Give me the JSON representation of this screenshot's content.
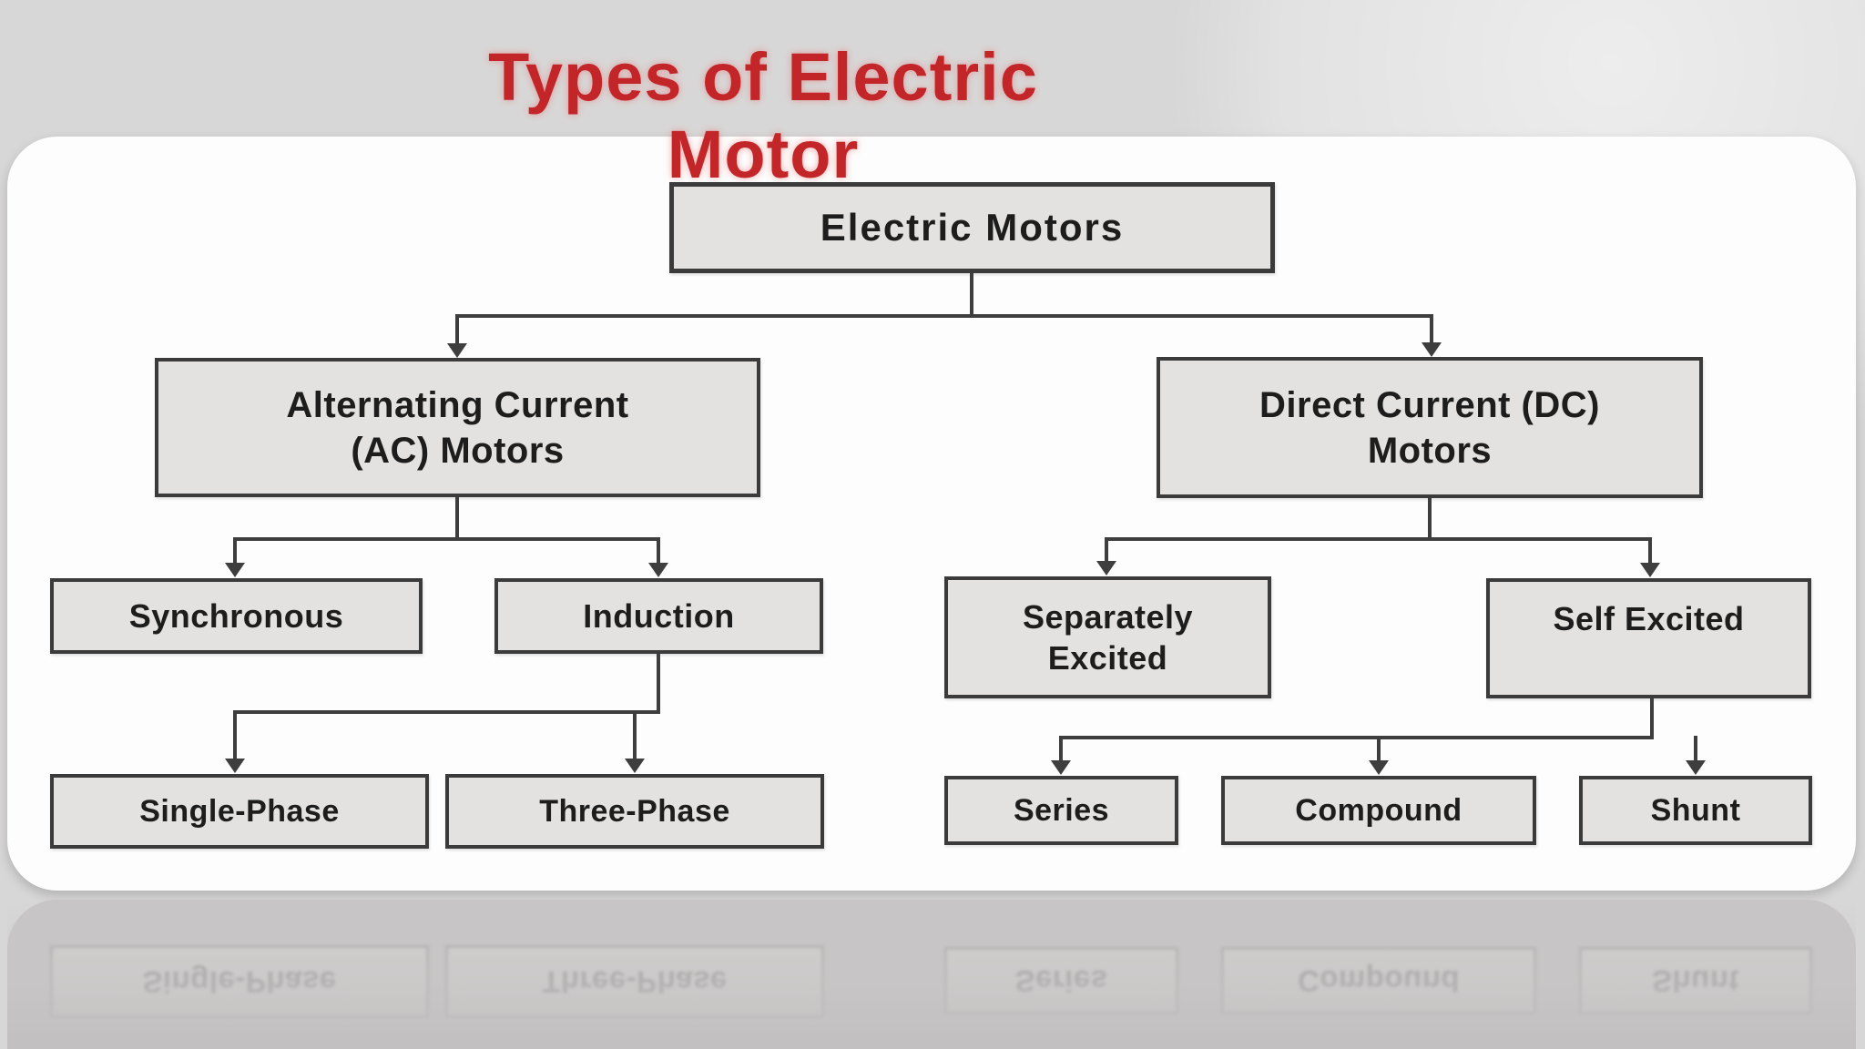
{
  "title": "Types of Electric Motor",
  "diagram": {
    "nodes": {
      "electric_motors": {
        "label": "Electric Motors"
      },
      "ac_motors": {
        "label": "Alternating Current\n(AC) Motors"
      },
      "dc_motors": {
        "label": "Direct Current (DC)\nMotors"
      },
      "synchronous": {
        "label": "Synchronous"
      },
      "induction": {
        "label": "Induction"
      },
      "single_phase": {
        "label": "Single-Phase"
      },
      "three_phase": {
        "label": "Three-Phase"
      },
      "separately_excited": {
        "label": "Separately\nExcited"
      },
      "self_excited": {
        "label": "Self Excited"
      },
      "series": {
        "label": "Series"
      },
      "compound": {
        "label": "Compound"
      },
      "shunt": {
        "label": "Shunt"
      }
    },
    "edges": [
      [
        "Electric Motors",
        "Alternating Current (AC) Motors"
      ],
      [
        "Electric Motors",
        "Direct Current (DC) Motors"
      ],
      [
        "Alternating Current (AC) Motors",
        "Synchronous"
      ],
      [
        "Alternating Current (AC) Motors",
        "Induction"
      ],
      [
        "Induction",
        "Single-Phase"
      ],
      [
        "Induction",
        "Three-Phase"
      ],
      [
        "Direct Current (DC) Motors",
        "Separately Excited"
      ],
      [
        "Direct Current (DC) Motors",
        "Self Excited"
      ],
      [
        "Self Excited",
        "Series"
      ],
      [
        "Self Excited",
        "Compound"
      ],
      [
        "Self Excited",
        "Shunt"
      ]
    ]
  },
  "colors": {
    "title_red": "#c32629",
    "box_fill": "#e3e2e0",
    "box_border": "#3b3b3b",
    "connector": "#3e3e3e",
    "page_background": "#d8d7d7",
    "panel_background": "#fdfdfd"
  }
}
